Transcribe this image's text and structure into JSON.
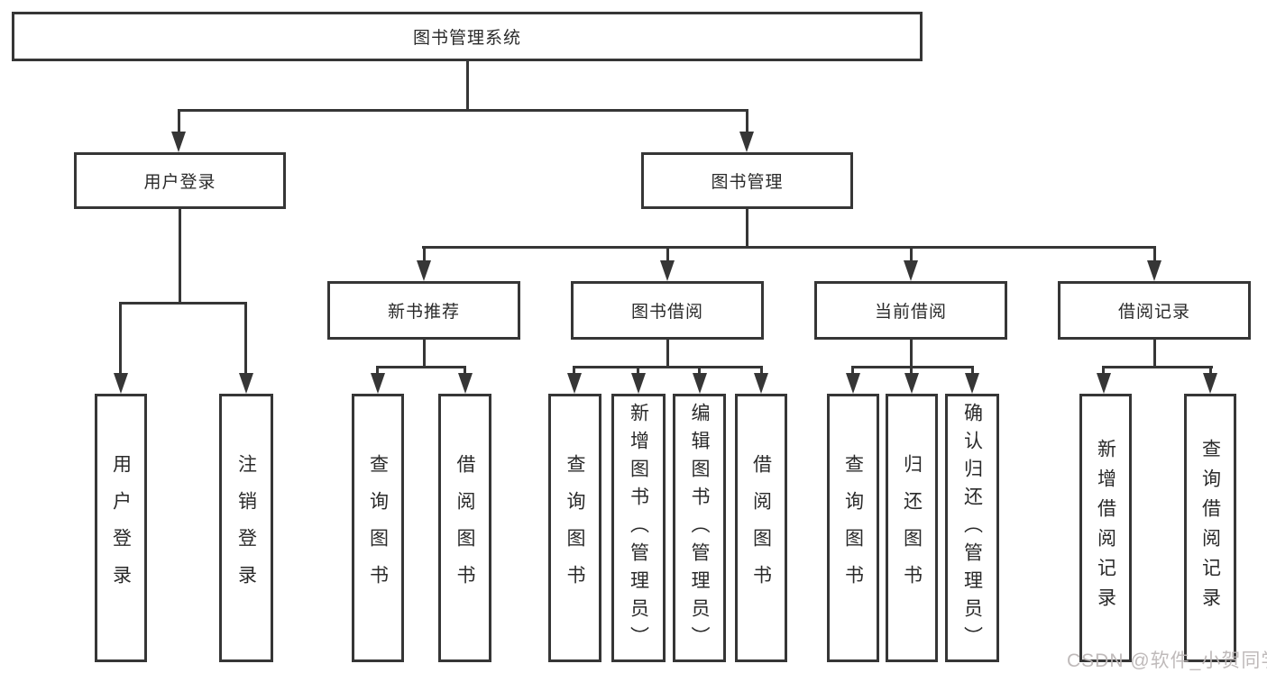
{
  "tree": {
    "label": "图书管理系统",
    "children": [
      {
        "label": "用户登录",
        "children": [
          {
            "label": "用户登录"
          },
          {
            "label": "注销登录"
          }
        ]
      },
      {
        "label": "图书管理",
        "children": [
          {
            "label": "新书推荐",
            "children": [
              {
                "label": "查询图书"
              },
              {
                "label": "借阅图书"
              }
            ]
          },
          {
            "label": "图书借阅",
            "children": [
              {
                "label": "查询图书"
              },
              {
                "label": "新增图书（管理员）"
              },
              {
                "label": "编辑图书（管理员）"
              },
              {
                "label": "借阅图书"
              }
            ]
          },
          {
            "label": "当前借阅",
            "children": [
              {
                "label": "查询图书"
              },
              {
                "label": "归还图书"
              },
              {
                "label": "确认归还（管理员）"
              }
            ]
          },
          {
            "label": "借阅记录",
            "children": [
              {
                "label": "新增借阅记录"
              },
              {
                "label": "查询借阅记录"
              }
            ]
          }
        ]
      }
    ]
  },
  "watermark": "CSDN @软件_小贺同学",
  "colors": {
    "line": "#363636",
    "text": "#2a2a2a",
    "watermark": "#bcb6b6",
    "background": "#ffffff"
  }
}
